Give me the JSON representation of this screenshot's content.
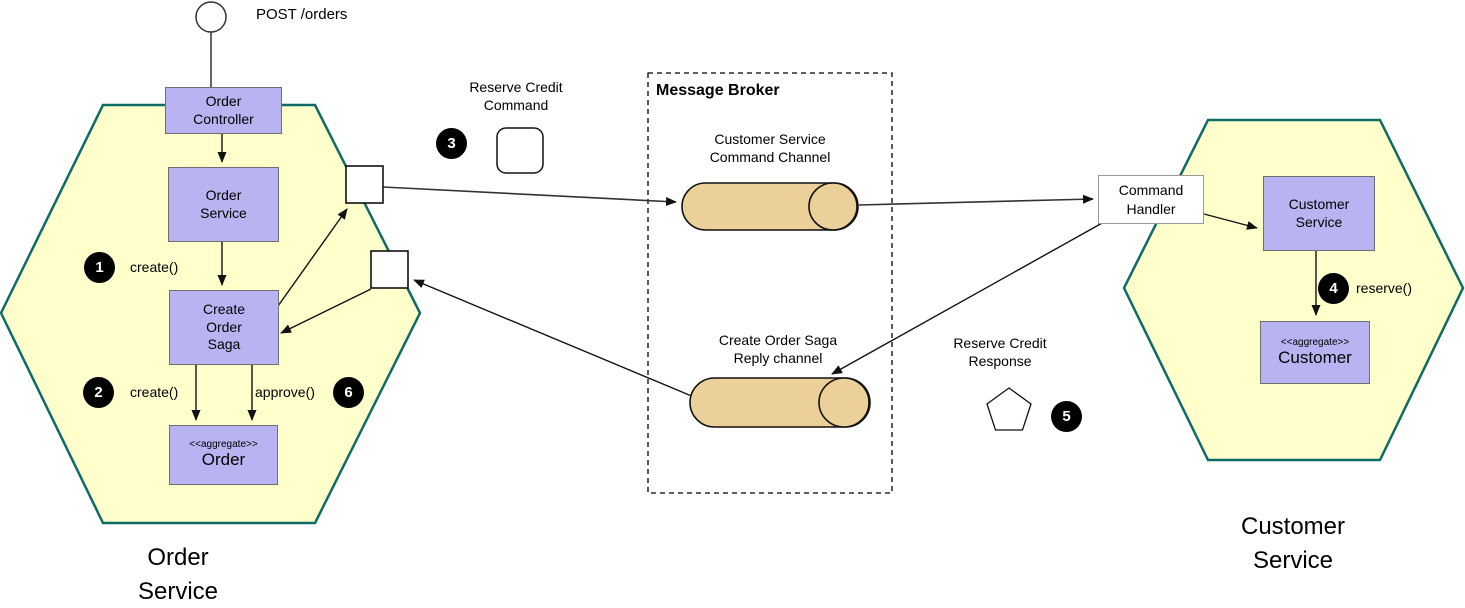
{
  "entry": {
    "post_label": "POST /orders"
  },
  "order_service_hexagon": {
    "label": "Order\nService",
    "boxes": {
      "order_controller": "Order\nController",
      "order_service": "Order\nService",
      "create_order_saga": "Create\nOrder\nSaga",
      "order_aggregate": {
        "stereotype": "<<aggregate>>",
        "name": "Order"
      }
    },
    "methods": {
      "create1": "create()",
      "create2": "create()",
      "approve": "approve()"
    }
  },
  "message_broker": {
    "title": "Message Broker",
    "command_channel_label": "Customer Service\nCommand Channel",
    "reply_channel_label": "Create Order Saga\nReply channel"
  },
  "messages": {
    "reserve_credit_command": "Reserve Credit\nCommand",
    "reserve_credit_response": "Reserve Credit\nResponse"
  },
  "customer_service_hexagon": {
    "label": "Customer\nService",
    "command_handler": "Command\nHandler",
    "boxes": {
      "customer_service": "Customer\nService",
      "customer_aggregate": {
        "stereotype": "<<aggregate>>",
        "name": "Customer"
      }
    },
    "methods": {
      "reserve": "reserve()"
    }
  },
  "steps": [
    "1",
    "2",
    "3",
    "4",
    "5",
    "6"
  ],
  "colors": {
    "hexagon_fill": "#ffffcc",
    "hexagon_border": "#0e6b66",
    "component_fill": "#b8b3f1",
    "channel_fill": "#ecd09a",
    "step_badge": "#000000"
  }
}
